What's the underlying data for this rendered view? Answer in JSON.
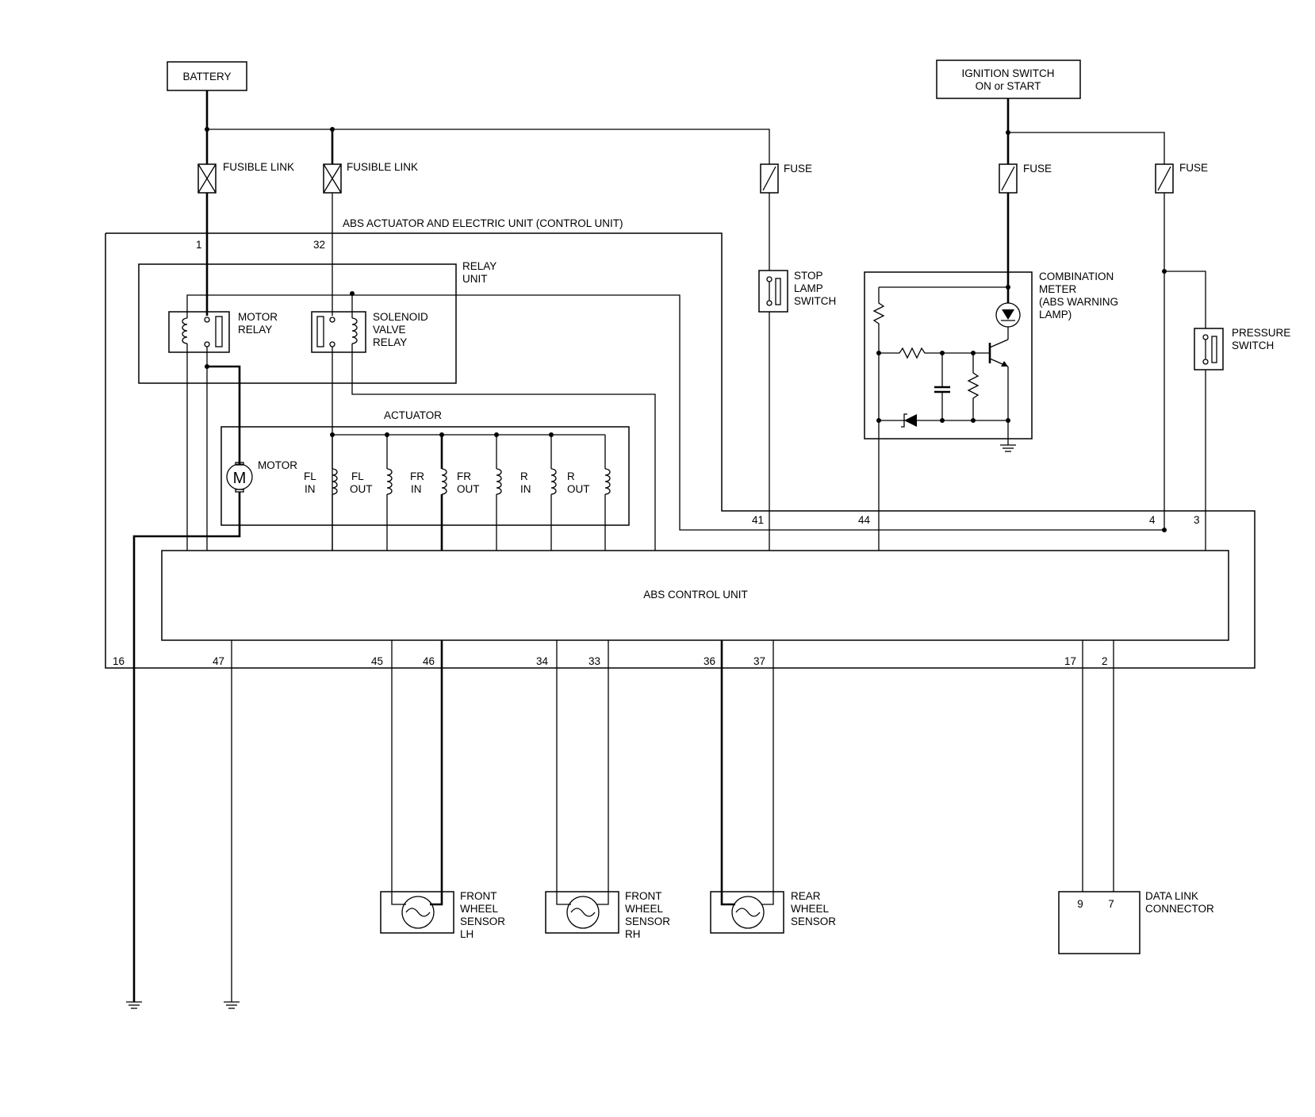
{
  "labels": {
    "battery": "BATTERY",
    "ignition_line1": "IGNITION SWITCH",
    "ignition_line2": "ON or START",
    "fusible_link": "FUSIBLE LINK",
    "fuse": "FUSE",
    "abs_unit_title": "ABS ACTUATOR AND ELECTRIC UNIT  (CONTROL UNIT)",
    "relay_unit": [
      "RELAY",
      "UNIT"
    ],
    "motor_relay": [
      "MOTOR",
      "RELAY"
    ],
    "solenoid_valve_relay": [
      "SOLENOID",
      "VALVE",
      "RELAY"
    ],
    "actuator": "ACTUATOR",
    "motor": "MOTOR",
    "stop_lamp_switch": [
      "STOP",
      "LAMP",
      "SWITCH"
    ],
    "combination_meter": [
      "COMBINATION",
      "METER",
      "(ABS WARNING",
      "LAMP)"
    ],
    "pressure_switch": [
      "PRESSURE",
      "SWITCH"
    ],
    "abs_control_unit": "ABS CONTROL UNIT",
    "front_wheel_sensor_lh": [
      "FRONT",
      "WHEEL",
      "SENSOR",
      "LH"
    ],
    "front_wheel_sensor_rh": [
      "FRONT",
      "WHEEL",
      "SENSOR",
      "RH"
    ],
    "rear_wheel_sensor": [
      "REAR",
      "WHEEL",
      "SENSOR"
    ],
    "data_link_connector": [
      "DATA LINK",
      "CONNECTOR"
    ]
  },
  "solenoids": [
    [
      "FL",
      "IN"
    ],
    [
      "FL",
      "OUT"
    ],
    [
      "FR",
      "IN"
    ],
    [
      "FR",
      "OUT"
    ],
    [
      "R",
      "IN"
    ],
    [
      "R",
      "OUT"
    ]
  ],
  "pins": {
    "p1": "1",
    "p32": "32",
    "p41": "41",
    "p44": "44",
    "p4": "4",
    "p3": "3",
    "p16": "16",
    "p47": "47",
    "p45": "45",
    "p46": "46",
    "p34": "34",
    "p33": "33",
    "p36": "36",
    "p37": "37",
    "p17": "17",
    "p2": "2",
    "dlc9": "9",
    "dlc7": "7"
  }
}
